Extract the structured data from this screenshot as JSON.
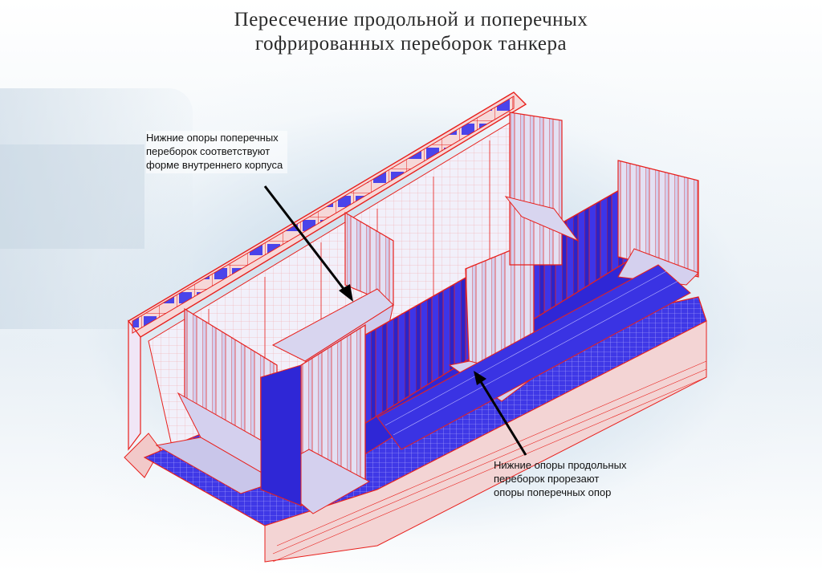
{
  "title": {
    "line1": "Пересечение продольной и поперечных",
    "line2": "гофрированных переборок танкера"
  },
  "annotations": {
    "top": {
      "line1": "Нижние опоры поперечных",
      "line2": "переборок соответствуют",
      "line3": "форме внутреннего корпуса"
    },
    "bottom": {
      "line1": "Нижние опоры продольных",
      "line2": "переборок прорезают",
      "line3": "опоры поперечных опор"
    }
  },
  "colors": {
    "hull_red": "#e8201c",
    "panel_blue": "#3d35e8",
    "panel_pale": "#e6e3f4",
    "shadow_pale": "#c9c6ea",
    "arrow": "#000000"
  }
}
